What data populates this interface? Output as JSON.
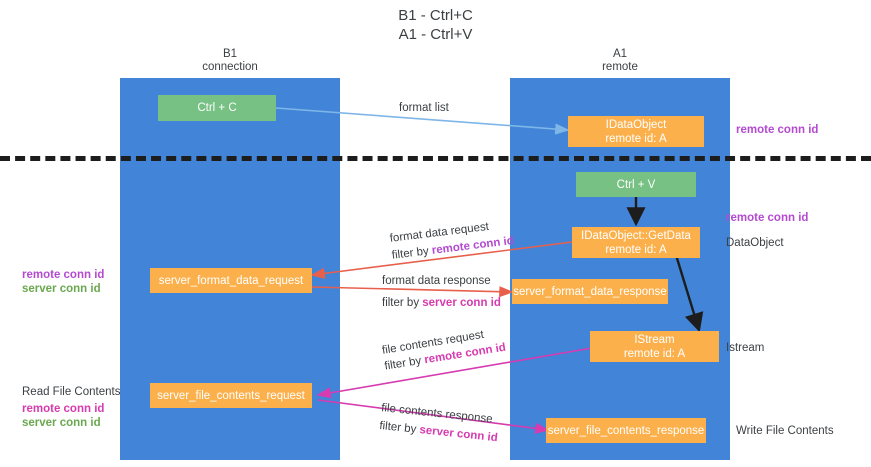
{
  "title": {
    "line1": "B1 - Ctrl+C",
    "line2": "A1 - Ctrl+V"
  },
  "columns": [
    {
      "name": "B1",
      "role": "connection"
    },
    {
      "name": "A1",
      "role": "remote"
    }
  ],
  "boxes": {
    "ctrl_c": {
      "label": "Ctrl + C"
    },
    "idataobject": {
      "line1": "IDataObject",
      "line2": "remote id: A"
    },
    "ctrl_v": {
      "label": "Ctrl + V"
    },
    "getdata": {
      "line1": "IDataObject::GetData",
      "line2": "remote id: A"
    },
    "server_format_data_request": {
      "label": "server_format_data_request"
    },
    "server_format_data_response": {
      "label": "server_format_data_response"
    },
    "istream": {
      "line1": "IStream",
      "line2": "remote id: A"
    },
    "server_file_contents_request": {
      "label": "server_file_contents_request"
    },
    "server_file_contents_response": {
      "label": "server_file_contents_response"
    }
  },
  "flows": {
    "format_list": "format list",
    "format_data_request": "format data request",
    "format_data_request_filter_prefix": "filter by ",
    "format_data_request_filter_key": "remote conn id",
    "format_data_response": "format data response",
    "format_data_response_filter_prefix": "filter by ",
    "format_data_response_filter_key": "server conn id",
    "file_contents_request": "file contents request",
    "file_contents_request_filter_prefix": "filter by ",
    "file_contents_request_filter_key": "remote conn id",
    "file_contents_response": "file contents response",
    "file_contents_response_filter_prefix": "filter by ",
    "file_contents_response_filter_key": "server conn id"
  },
  "left_annotations": {
    "remote_conn_id": "remote conn id",
    "server_conn_id": "server conn id",
    "read_file_contents": "Read File Contents",
    "remote_conn_id_2": "remote conn id",
    "server_conn_id_2": "server conn id"
  },
  "right_annotations": {
    "remote_conn_id_top": "remote conn id",
    "remote_conn_id_mid": "remote conn id",
    "dataobject": "DataObject",
    "istream": "Istream",
    "write_file_contents": "Write File Contents"
  },
  "colors": {
    "lane": "#4285d8",
    "green_box": "#76c183",
    "orange_box": "#fbb04c",
    "purple": "#b44ad0",
    "magenta": "#d63bb0",
    "green_text": "#6aa84f",
    "red_arrow": "#e8604c",
    "blue_arrow": "#7eb6e8",
    "black_arrow": "#1d1d1d",
    "dashed_line": "#1d1d1d"
  }
}
